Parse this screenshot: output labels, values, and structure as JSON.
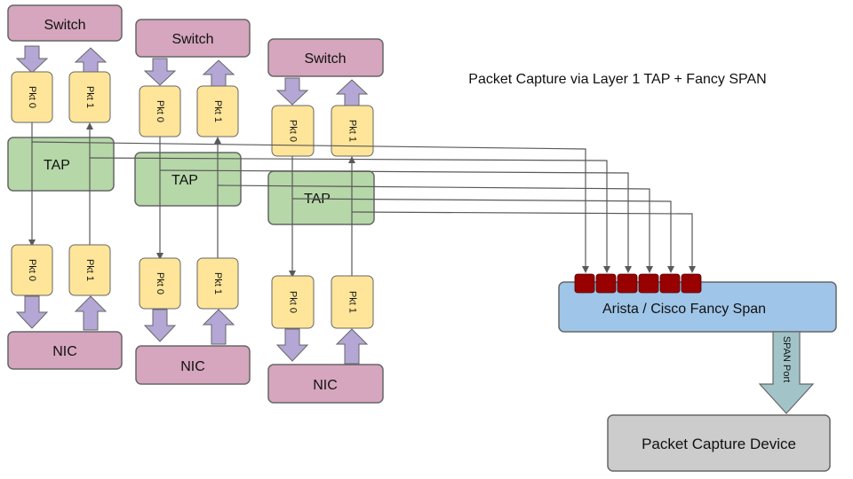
{
  "title": "Packet Capture via Layer 1 TAP + Fancy SPAN",
  "colors": {
    "switch_fill": "#d5a6bd",
    "nic_fill": "#d5a6bd",
    "tap_fill": "#b6d7a8",
    "pkt_fill": "#ffe599",
    "arrow_fill": "#b4a7d6",
    "span_fill": "#9fc5e8",
    "device_fill": "#cccccc",
    "port_fill": "#990000",
    "span_port_arrow_fill": "#a2c4c9",
    "border": "#666666",
    "line": "#595959"
  },
  "stacks": [
    {
      "switch_label": "Switch",
      "tap_label": "TAP",
      "nic_label": "NIC",
      "pkt_top": [
        "Pkt 0",
        "Pkt 1"
      ],
      "pkt_bottom": [
        "Pkt 0",
        "Pkt 1"
      ]
    },
    {
      "switch_label": "Switch",
      "tap_label": "TAP",
      "nic_label": "NIC",
      "pkt_top": [
        "Pkt 0",
        "Pkt 1"
      ],
      "pkt_bottom": [
        "Pkt 0",
        "Pkt 1"
      ]
    },
    {
      "switch_label": "Switch",
      "tap_label": "TAP",
      "nic_label": "NIC",
      "pkt_top": [
        "Pkt 0",
        "Pkt 1"
      ],
      "pkt_bottom": [
        "Pkt 0",
        "Pkt 1"
      ]
    }
  ],
  "span_box": {
    "label": "Arista / Cisco Fancy Span",
    "port_count": 6
  },
  "span_port_label": "SPAN Port",
  "capture_device_label": "Packet Capture Device"
}
